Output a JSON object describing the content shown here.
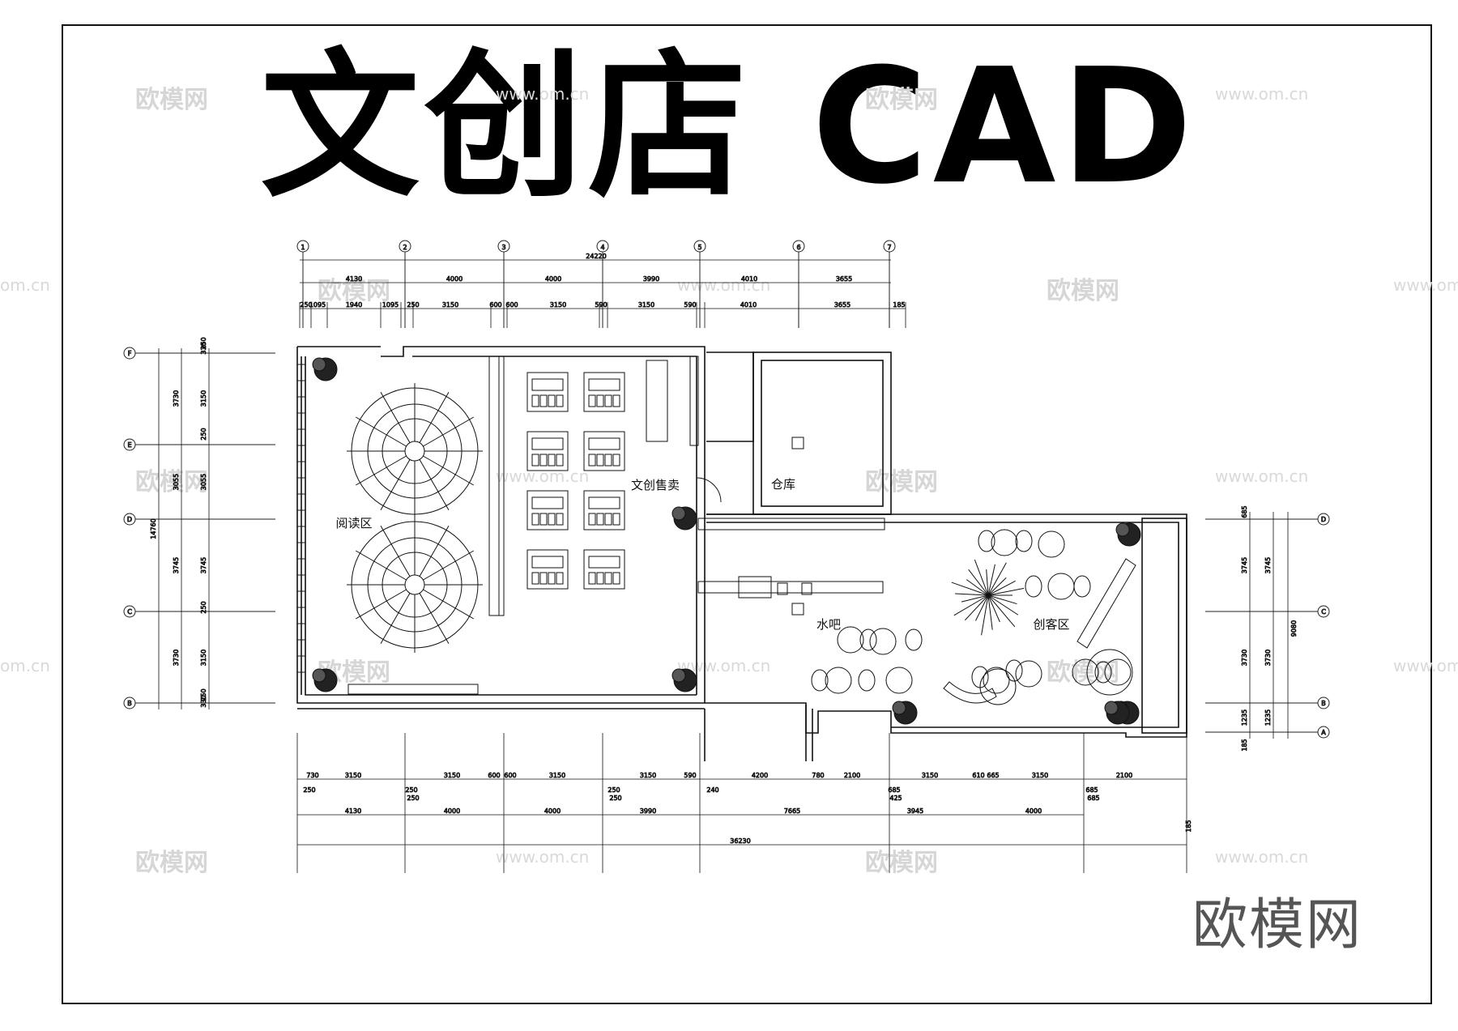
{
  "title": "文创店 CAD",
  "brand": "欧模网",
  "watermark": {
    "logo": "欧模网",
    "url": "www.om.cn",
    "url_short": "om.cn"
  },
  "grid_axes": {
    "columns": [
      "1",
      "2",
      "3",
      "4",
      "5",
      "6",
      "7"
    ],
    "rows_left": [
      "F",
      "E",
      "D",
      "C",
      "B"
    ],
    "rows_right": [
      "D",
      "C",
      "B",
      "A"
    ]
  },
  "rooms": {
    "reading": "阅读区",
    "retail": "文创售卖",
    "storage": "仓库",
    "water_bar": "水吧",
    "maker": "创客区"
  },
  "dimensions": {
    "top_total": "24220",
    "top_bays": [
      "4130",
      "4000",
      "4000",
      "3990",
      "4010",
      "3655"
    ],
    "top_detail": [
      "250",
      "1095",
      "1940",
      "1095",
      "250",
      "3150",
      "600",
      "600",
      "3150",
      "590",
      "3150",
      "590",
      "4010",
      "3655",
      "185"
    ],
    "bottom_detail": [
      "730",
      "3150",
      "3150",
      "600",
      "600",
      "3150",
      "3150",
      "590",
      "4200",
      "780",
      "2100",
      "3150",
      "610",
      "665",
      "3150",
      "2100"
    ],
    "bottom_detail_small": [
      "250",
      "250",
      "250",
      "250",
      "250",
      "240",
      "685",
      "425",
      "685",
      "685"
    ],
    "bottom_bays": [
      "4130",
      "4000",
      "4000",
      "3990",
      "7665",
      "3945",
      "4000"
    ],
    "bottom_total": "36230",
    "bottom_extra": "185",
    "left_outer_total": "14760",
    "left_outer": [
      "3730",
      "3055",
      "3745",
      "3730"
    ],
    "left_inner": [
      "330",
      "250",
      "3150",
      "250",
      "3055",
      "3745",
      "250",
      "3150",
      "250",
      "330"
    ],
    "right_total": "9080",
    "right_outer": [
      "685",
      "3745",
      "3730",
      "1235",
      "185"
    ],
    "right_inner": [
      "3745",
      "3730",
      "1235"
    ]
  }
}
